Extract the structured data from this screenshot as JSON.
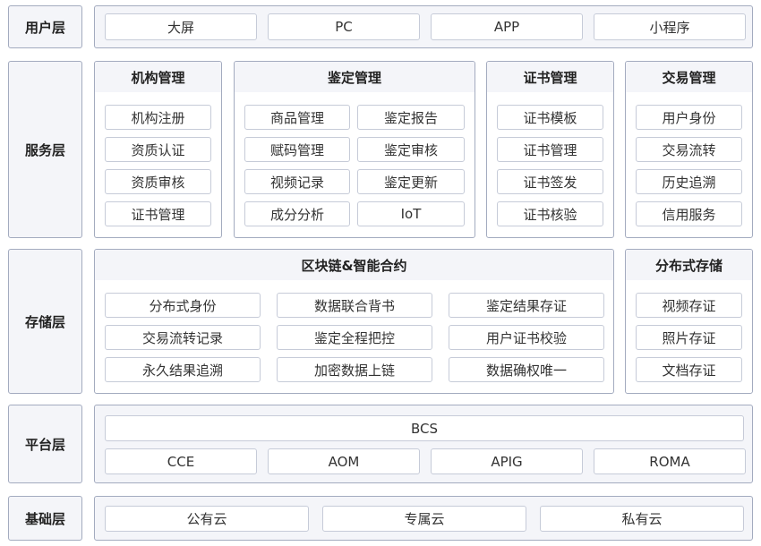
{
  "layers": {
    "user": {
      "label": "用户层",
      "items": [
        "大屏",
        "PC",
        "APP",
        "小程序"
      ]
    },
    "service": {
      "label": "服务层",
      "groups": [
        {
          "title": "机构管理",
          "items": [
            "机构注册",
            "资质认证",
            "资质审核",
            "证书管理"
          ]
        },
        {
          "title": "鉴定管理",
          "items": [
            "商品管理",
            "鉴定报告",
            "赋码管理",
            "鉴定审核",
            "视频记录",
            "鉴定更新",
            "成分分析",
            "IoT"
          ]
        },
        {
          "title": "证书管理",
          "items": [
            "证书模板",
            "证书管理",
            "证书签发",
            "证书核验"
          ]
        },
        {
          "title": "交易管理",
          "items": [
            "用户身份",
            "交易流转",
            "历史追溯",
            "信用服务"
          ]
        }
      ]
    },
    "storage": {
      "label": "存储层",
      "blockchain": {
        "title": "区块链&智能合约",
        "items": [
          "分布式身份",
          "数据联合背书",
          "鉴定结果存证",
          "交易流转记录",
          "鉴定全程把控",
          "用户证书校验",
          "永久结果追溯",
          "加密数据上链",
          "数据确权唯一"
        ]
      },
      "distributed": {
        "title": "分布式存储",
        "items": [
          "视频存证",
          "照片存证",
          "文档存证"
        ]
      }
    },
    "platform": {
      "label": "平台层",
      "top": "BCS",
      "items": [
        "CCE",
        "AOM",
        "APIG",
        "ROMA"
      ]
    },
    "base": {
      "label": "基础层",
      "items": [
        "公有云",
        "专属云",
        "私有云"
      ]
    }
  }
}
